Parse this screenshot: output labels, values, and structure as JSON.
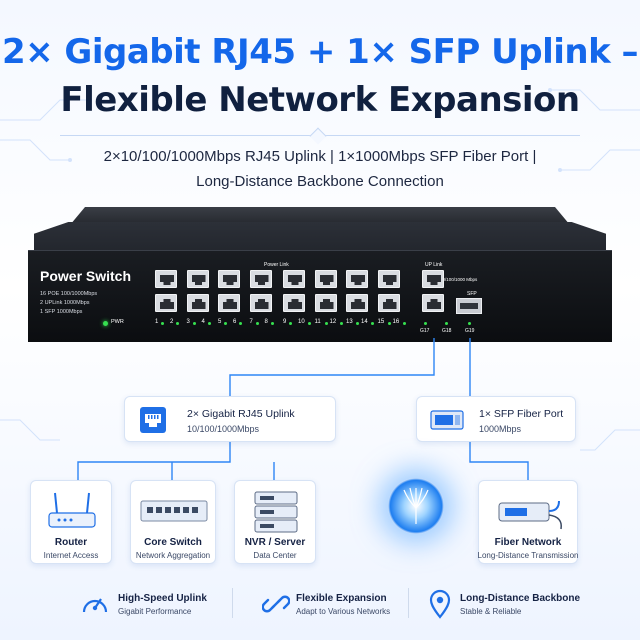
{
  "headline": {
    "line1": "2× Gigabit RJ45 + 1× SFP Uplink –",
    "line2": "Flexible Network Expansion"
  },
  "subtitle": {
    "line1": "2×10/100/1000Mbps RJ45 Uplink | 1×1000Mbps SFP Fiber Port |",
    "line2": "Long-Distance Backbone Connection"
  },
  "switch": {
    "brand": "Power Switch",
    "specs": [
      "16 POE 100/1000Mbps",
      "2 UPLink 1000Mbps",
      "1 SFP 1000Mbps"
    ],
    "pwr_label": "PWR",
    "power_link_label": "Power Link",
    "up_link_label": "UP Link",
    "up_link_speed": "10/100/1000 Mbps",
    "sfp_label": "SFP",
    "port_numbers": [
      "1",
      "2",
      "3",
      "4",
      "5",
      "6",
      "7",
      "8",
      "9",
      "10",
      "11",
      "12",
      "13",
      "14",
      "15",
      "16"
    ],
    "uplink_ports": [
      "G17",
      "G18"
    ],
    "sfp_port": "G19",
    "led_color": "#36e050"
  },
  "uplink_cards": {
    "rj45": {
      "title": "2× Gigabit RJ45 Uplink",
      "sub": "10/100/1000Mbps",
      "icon": "ethernet-port-icon"
    },
    "sfp": {
      "title": "1× SFP Fiber Port",
      "sub": "1000Mbps",
      "icon": "sfp-module-icon"
    }
  },
  "nodes": [
    {
      "title": "Router",
      "sub": "Internet Access",
      "icon": "router-icon"
    },
    {
      "title": "Core Switch",
      "sub": "Network Aggregation",
      "icon": "switch-icon"
    },
    {
      "title": "NVR / Server",
      "sub": "Data Center",
      "icon": "server-icon"
    },
    {
      "title": "Fiber Network",
      "sub": "Long-Distance Transmission",
      "icon": "fiber-device-icon"
    }
  ],
  "features": [
    {
      "title": "High-Speed Uplink",
      "sub": "Gigabit Performance",
      "icon": "speedometer-icon"
    },
    {
      "title": "Flexible Expansion",
      "sub": "Adapt to Various Networks",
      "icon": "link-icon"
    },
    {
      "title": "Long-Distance Backbone",
      "sub": "Stable & Reliable",
      "icon": "location-pin-icon"
    }
  ],
  "colors": {
    "accent_blue": "#1467ea",
    "dark_text": "#10203f",
    "line_blue": "#2e86f5"
  }
}
